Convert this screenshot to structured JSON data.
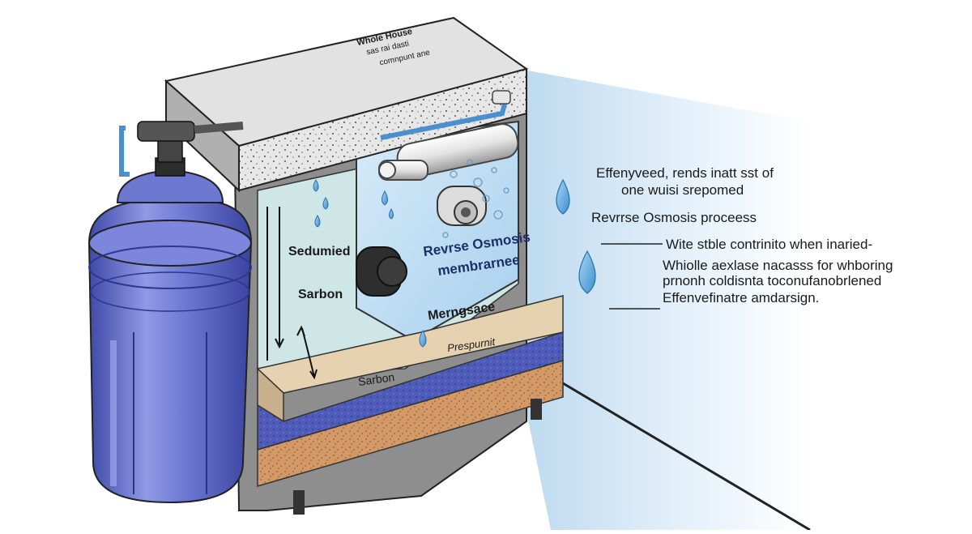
{
  "roof_label": {
    "line1": "Whole House",
    "line2": "sas rai dasti",
    "line3": "comnpunt ane"
  },
  "labels": {
    "sediment": "Sedumied",
    "carbon_upper": "Sarbon",
    "ro_membrane_line1": "Revrse Osmosis",
    "ro_membrane_line2": "membrarnee",
    "layer_top": "Merngsace",
    "layer_sub": "Prespurnit",
    "carbon_lower": "Sarbon"
  },
  "side_text": {
    "line1": "Effenyveed, rends inatt sst of",
    "line2": "one wuisi srepomed",
    "line3": "Revrrse Osmosis proceess",
    "line4": "Wite stble contrinito when inaried-",
    "line5": "Whiolle aexlase nacasss for whboring",
    "line6": "prnonh coldisnta toconufanobrlened",
    "line7": "Effenvefinatre amdarsign."
  },
  "colors": {
    "water_blue": "#5fa8dc",
    "canister_blue": "#6270c8",
    "sand": "#e3cfae",
    "gravel": "#c98a58",
    "media_blue": "#4a55b0",
    "concrete": "#8e8e8e"
  }
}
